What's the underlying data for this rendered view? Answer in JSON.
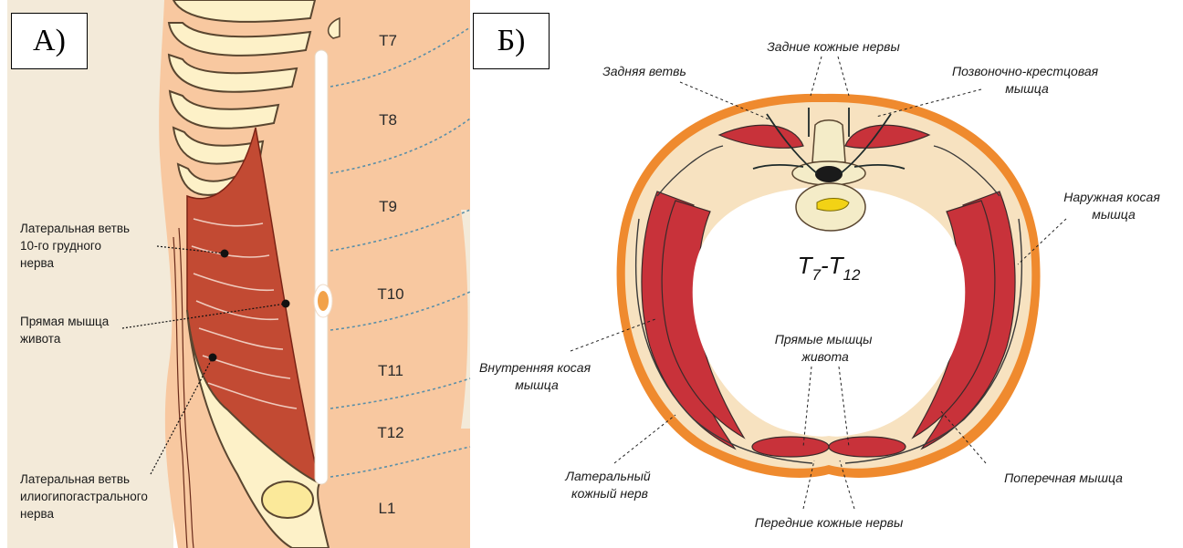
{
  "panel_a": {
    "tag": "А)",
    "segments": [
      "T7",
      "T8",
      "T9",
      "T10",
      "T11",
      "T12",
      "L1"
    ],
    "labels": {
      "lateral_t10": [
        "Латеральная ветвь",
        "10-го грудного",
        "нерва"
      ],
      "rectus": [
        "Прямая мышца",
        "живота"
      ],
      "lateral_ilio": [
        "Латеральная ветвь",
        "илиогипогастрального",
        "нерва"
      ]
    }
  },
  "panel_b": {
    "tag": "Б)",
    "level": {
      "t": "T",
      "s1": "7",
      "dash": "-",
      "t2": "T",
      "s2": "12"
    },
    "labels": {
      "posterior_cutaneous": "Задние кожные нервы",
      "posterior_branch": "Задняя ветвь",
      "erector_spinae": [
        "Позвоночно-крестцовая",
        "мышца"
      ],
      "external_oblique": [
        "Наружная косая",
        "мышца"
      ],
      "internal_oblique": [
        "Внутренняя косая",
        "мышца"
      ],
      "rectus": [
        "Прямые мышцы",
        "живота"
      ],
      "lateral_cutaneous": [
        "Латеральный",
        "кожный нерв"
      ],
      "transverse": "Поперечная мышца",
      "anterior_cutaneous": "Передние кожные нервы"
    }
  },
  "colors": {
    "skin": "#f8c8a0",
    "muscle": "#c24a33",
    "bone": "#fdf1c8",
    "nerve": "#2b2b2b",
    "dermatome_line": "#5a8fa8",
    "outer_ring": "#ef8a2e"
  }
}
